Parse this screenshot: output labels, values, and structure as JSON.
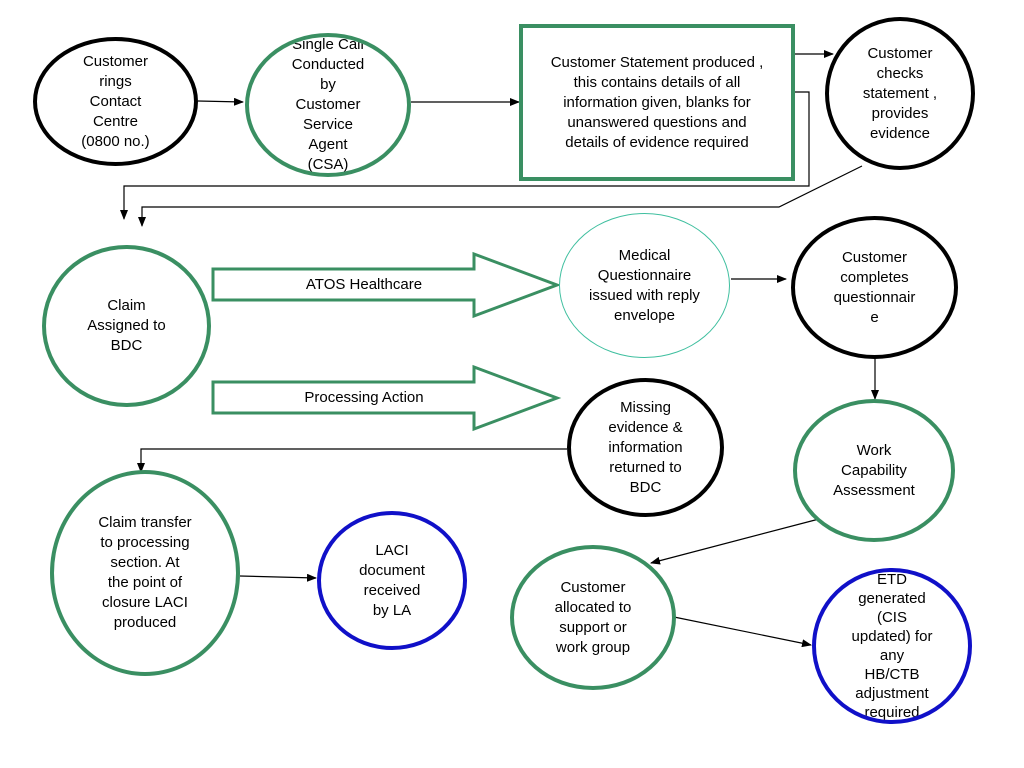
{
  "colors": {
    "green": "#3a8f62",
    "black": "#000000",
    "blue": "#1010c8",
    "teal": "#3fbf9f"
  },
  "nodes": {
    "customer_rings": "Customer\nrings\nContact\nCentre\n(0800 no.)",
    "single_call": "Single Call\nConducted\nby\nCustomer\nService\nAgent\n(CSA)",
    "statement_produced": "Customer Statement produced ,\nthis contains details of all\ninformation given, blanks for\nunanswered questions and\ndetails of evidence required",
    "customer_checks": "Customer\nchecks\nstatement ,\nprovides\nevidence",
    "claim_assigned": "Claim\nAssigned to\nBDC",
    "medical_questionnaire": "Medical\nQuestionnaire\nissued with reply\nenvelope",
    "customer_completes": "Customer\ncompletes\nquestionnair\ne",
    "missing_evidence": "Missing\nevidence &\ninformation\nreturned to\nBDC",
    "work_capability": "Work\nCapability\nAssessment",
    "claim_transfer": "Claim transfer\nto processing\nsection.  At\nthe point of\nclosure LACI\nproduced",
    "laci_document": "LACI\ndocument\nreceived\nby LA",
    "customer_allocated": "Customer\nallocated to\nsupport or\nwork group",
    "etd_generated": "ETD\ngenerated\n(CIS\nupdated) for\nany\nHB/CTB\nadjustment\nrequired"
  },
  "block_arrows": {
    "atos": "ATOS Healthcare",
    "processing": "Processing Action"
  }
}
